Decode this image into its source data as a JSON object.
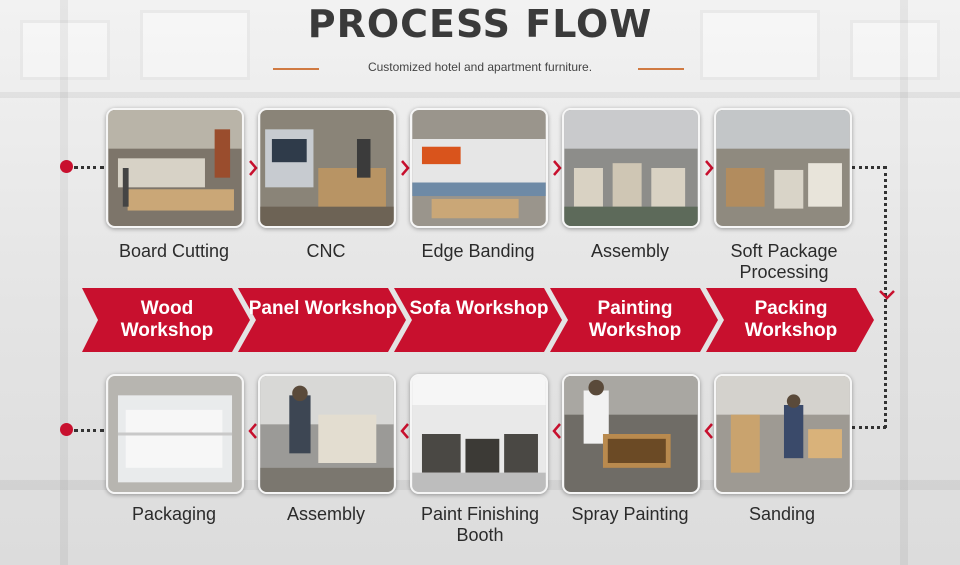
{
  "title": "PROCESS FLOW",
  "subtitle": "Customized hotel and apartment furniture.",
  "colors": {
    "accent_red": "#c8102e",
    "line_orange": "#d07a42",
    "dots": "#333333"
  },
  "top_steps": [
    {
      "label": "Board Cutting"
    },
    {
      "label": "CNC"
    },
    {
      "label": "Edge Banding"
    },
    {
      "label": "Assembly"
    },
    {
      "label": "Soft Package Processing"
    }
  ],
  "workshops": [
    {
      "label": "Wood Workshop"
    },
    {
      "label": "Panel Workshop"
    },
    {
      "label": "Sofa Workshop"
    },
    {
      "label": "Painting Workshop"
    },
    {
      "label": "Packing Workshop"
    }
  ],
  "bottom_steps": [
    {
      "label": "Packaging"
    },
    {
      "label": "Assembly"
    },
    {
      "label": "Paint Finishing Booth"
    },
    {
      "label": "Spray Painting"
    },
    {
      "label": "Sanding"
    }
  ],
  "icons": {
    "flow_arrow": "chevron-right-icon",
    "flow_arrow_back": "chevron-left-icon",
    "flow_arrow_down": "chevron-down-icon"
  }
}
